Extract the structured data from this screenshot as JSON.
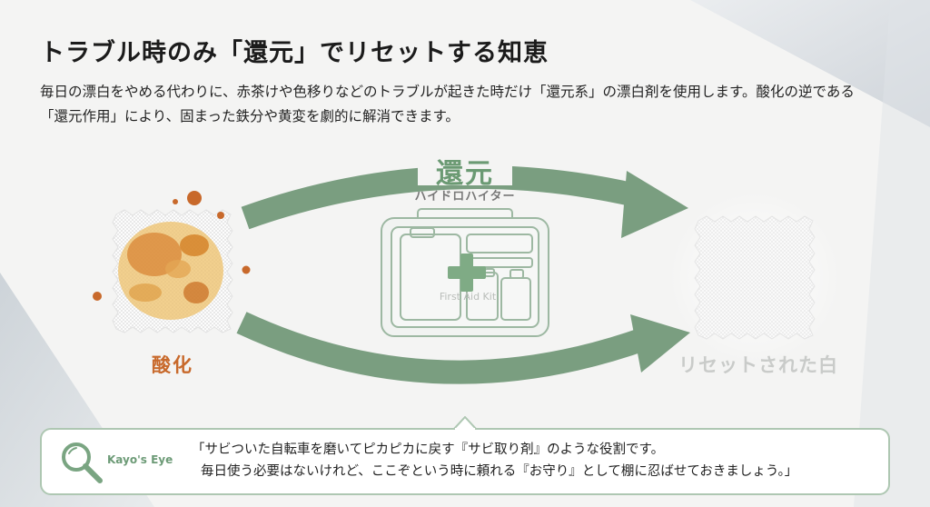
{
  "headline": "トラブル時のみ「還元」でリセットする知恵",
  "lead": "毎日の漂白をやめる代わりに、赤茶けや色移りなどのトラブルが起きた時だけ「還元系」の漂白剤を使用します。酸化の逆である「還元作用」により、固まった鉄分や黄変を劇的に解消できます。",
  "diagram": {
    "arrow_label": "還元",
    "product_label": "ハイドロハイター",
    "kit_label": "First Aid Kit",
    "left_label": "酸化",
    "right_label": "リセットされた白",
    "colors": {
      "arrow": "#7a9e80",
      "oxide": "#c8692b",
      "stain_dark": "#d27a1c",
      "stain_light": "#eec06a"
    }
  },
  "kayos_eye": {
    "name": "Kayo's Eye",
    "line1": "「サビついた自転車を磨いてピカピカに戻す『サビ取り剤』のような役割です。",
    "line2": "毎日使う必要はないけれど、ここぞという時に頼れる『お守り』として棚に忍ばせておきましょう。」"
  }
}
